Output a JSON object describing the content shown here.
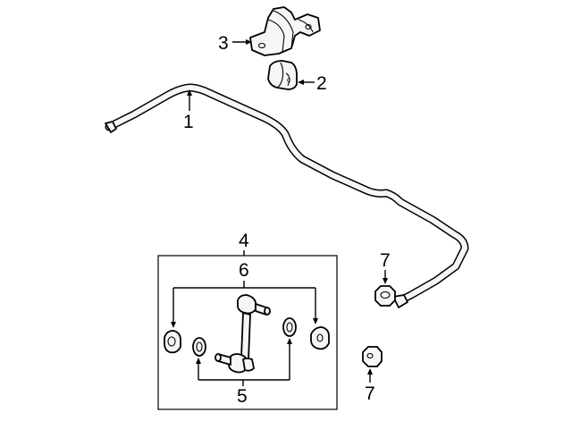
{
  "diagram": {
    "background": "#ffffff",
    "line_color": "#000000",
    "callouts": {
      "stabilizer_bar": "1",
      "bushing": "2",
      "bracket": "3",
      "link_kit": "4",
      "retainer_washer": "5",
      "link_bushing": "6",
      "nut_upper": "7",
      "nut_lower": "7"
    },
    "parts": [
      "stabilizer-bar-icon",
      "bushing-icon",
      "bracket-icon",
      "stabilizer-link-icon",
      "washer-icon",
      "link-bushing-icon",
      "nut-icon"
    ]
  }
}
